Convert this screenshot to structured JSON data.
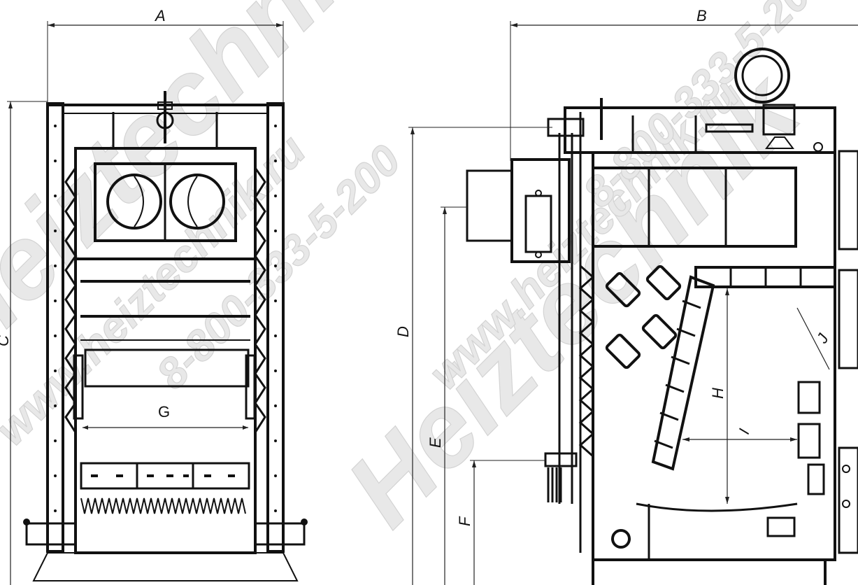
{
  "watermark": {
    "brand": "Heiztechnik",
    "url": "www.heiztechnik.ru",
    "phone": "8-800-333-5-200"
  },
  "dimensions": {
    "A": "A",
    "B": "B",
    "C": "C",
    "D": "D",
    "E": "E",
    "F": "F",
    "G": "G",
    "H": "H",
    "I": "I",
    "J": "J"
  },
  "colors": {
    "line": "#111111",
    "watermark": "#e6e6e6"
  }
}
